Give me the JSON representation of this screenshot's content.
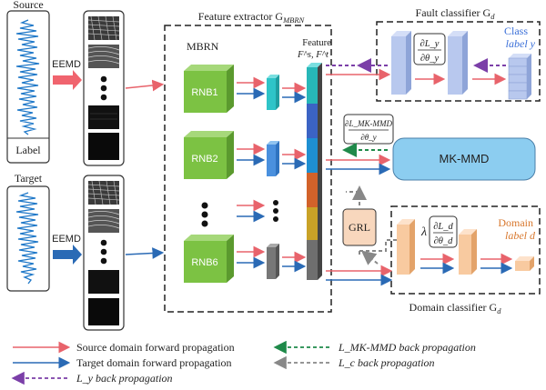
{
  "inputs": {
    "source_label": "Source",
    "target_label": "Target",
    "label_box": "Label",
    "eemd_source": "EEMD",
    "eemd_target": "EEMD"
  },
  "feature_extractor": {
    "title": "Feature extractor G",
    "title_sub": "MBRN",
    "mbrn_label": "MBRN",
    "feature_label": "Feature",
    "feature_symbols": "F^s, F^t",
    "blocks": [
      "RNB1",
      "RNB2",
      "RNB6"
    ]
  },
  "fault_classifier": {
    "title": "Fault classifier G",
    "title_sub": "d",
    "gradient_num": "∂L_y",
    "gradient_den": "∂θ_y",
    "class_label_line1": "Class",
    "class_label_line2": "label y"
  },
  "mk_mmd": {
    "box_label": "MK-MMD",
    "gradient_num": "∂L_MK-MMD",
    "gradient_den": "∂θ_y"
  },
  "domain_classifier": {
    "title": "Domain classifier G",
    "title_sub": "d",
    "grl_label": "GRL",
    "lambda": "λ",
    "gradient_num": "∂L_d",
    "gradient_den": "∂θ_d",
    "domain_label_line1": "Domain",
    "domain_label_line2": "label d"
  },
  "legend": [
    {
      "name": "source",
      "text": "Source domain forward propagation",
      "color": "#e8636b",
      "style": "solid"
    },
    {
      "name": "target",
      "text": "Target domain forward propagation",
      "color": "#2a6ab5",
      "style": "solid"
    },
    {
      "name": "ly",
      "text": "L_y back propagation",
      "color": "#7b3fa8",
      "style": "dashed"
    },
    {
      "name": "lmk",
      "text": "L_MK-MMD back propagation",
      "color": "#1f8a4a",
      "style": "dashed"
    },
    {
      "name": "lc",
      "text": "L_c back propagation",
      "color": "#888888",
      "style": "dashed"
    }
  ],
  "colors": {
    "source": "#e8636b",
    "target": "#2a6ab5",
    "ly": "#7b3fa8",
    "lmk": "#1f8a4a",
    "lc": "#888888",
    "green_block": "#7cc243",
    "classifier_blue": "#b8c8ee",
    "domain_orange": "#f8caa0",
    "mmd_blue": "#8ccdf0"
  }
}
